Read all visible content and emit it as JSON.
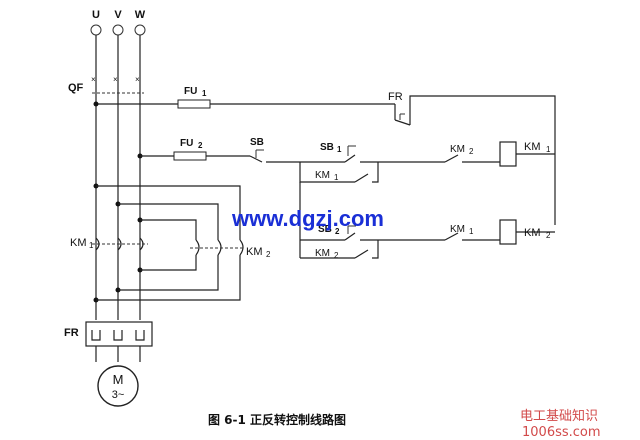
{
  "phases": [
    "U",
    "V",
    "W"
  ],
  "labels": {
    "qf": "QF",
    "fu1": "FU",
    "fu1_sub": "1",
    "fu2": "FU",
    "fu2_sub": "2",
    "fr_top": "FR",
    "sb": "SB",
    "sb1": "SB",
    "sb1_sub": "1",
    "sb2": "SB",
    "sb2_sub": "2",
    "km1_contact_a": "KM",
    "km1_contact_a_sub": "1",
    "km2_contact_a": "KM",
    "km2_contact_a_sub": "2",
    "km1_coil": "KM",
    "km1_coil_sub": "1",
    "km2_coil": "KM",
    "km2_coil_sub": "2",
    "km2_interlock": "KM",
    "km2_interlock_sub": "2",
    "km1_interlock": "KM",
    "km1_interlock_sub": "1",
    "km1_main": "KM",
    "km1_main_sub": "1",
    "km2_main": "KM",
    "km2_main_sub": "2",
    "fr_bottom": "FR",
    "motor_m": "M",
    "motor_phase": "3~"
  },
  "caption": "图 6-1    正反转控制线路图",
  "watermark_center": "www.dgzj.com",
  "watermark_corner_top": "电工基础知识",
  "watermark_corner_bottom": "1006ss.com"
}
